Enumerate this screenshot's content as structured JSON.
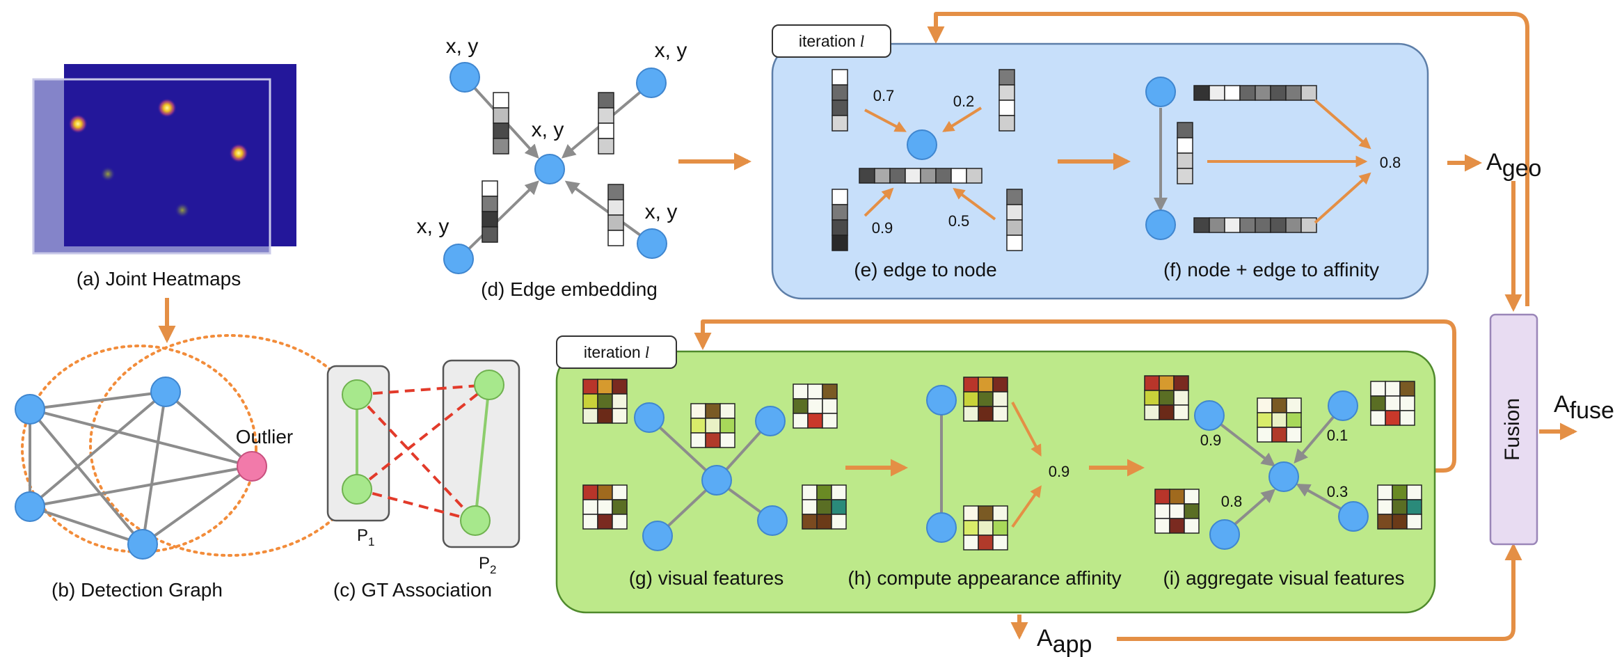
{
  "panels": {
    "a": {
      "caption": "(a) Joint Heatmaps"
    },
    "b": {
      "caption": "(b) Detection Graph",
      "outlier_label": "Outlier"
    },
    "c": {
      "caption": "(c) GT Association",
      "p1": "P",
      "p1_sub": "1",
      "p2": "P",
      "p2_sub": "2"
    },
    "d": {
      "caption": "(d) Edge embedding",
      "coord_label": "x, y"
    },
    "e": {
      "caption": "(e) edge to node",
      "weights": [
        "0.7",
        "0.2",
        "0.9",
        "0.5"
      ]
    },
    "f": {
      "caption": "(f) node + edge to affinity",
      "affinity": "0.8"
    },
    "g": {
      "caption": "(g) visual features"
    },
    "h": {
      "caption": "(h) compute appearance affinity",
      "affinity": "0.9"
    },
    "i": {
      "caption": "(i) aggregate visual features",
      "weights": [
        "0.9",
        "0.1",
        "0.8",
        "0.3"
      ]
    }
  },
  "geo_box": {
    "iteration_label": "iteration",
    "iteration_var": "l"
  },
  "app_box": {
    "iteration_label": "iteration",
    "iteration_var": "l"
  },
  "outputs": {
    "geo": {
      "main": "A",
      "sub": "geo"
    },
    "app": {
      "main": "A",
      "sub": "app"
    },
    "fuse": {
      "main": "A",
      "sub": "fuse"
    }
  },
  "fusion_label": "Fusion",
  "colors": {
    "node": "#5aabf5",
    "node_stroke": "#3f86cf",
    "arrow_orange": "#e48f45",
    "edge_gray": "#8c8c8c",
    "geo_fill": "#c7dffa",
    "geo_stroke": "#5d7ea8",
    "app_fill": "#bde98a",
    "app_stroke": "#4f8a2c",
    "fusion_fill": "#e8dcf2",
    "outlier": "#f27aaa",
    "gt_node": "#a7e88c",
    "gt_edge": "#8ccd6c",
    "gt_neg": "#e23a2a",
    "heatmap_bg": "#23179a"
  }
}
